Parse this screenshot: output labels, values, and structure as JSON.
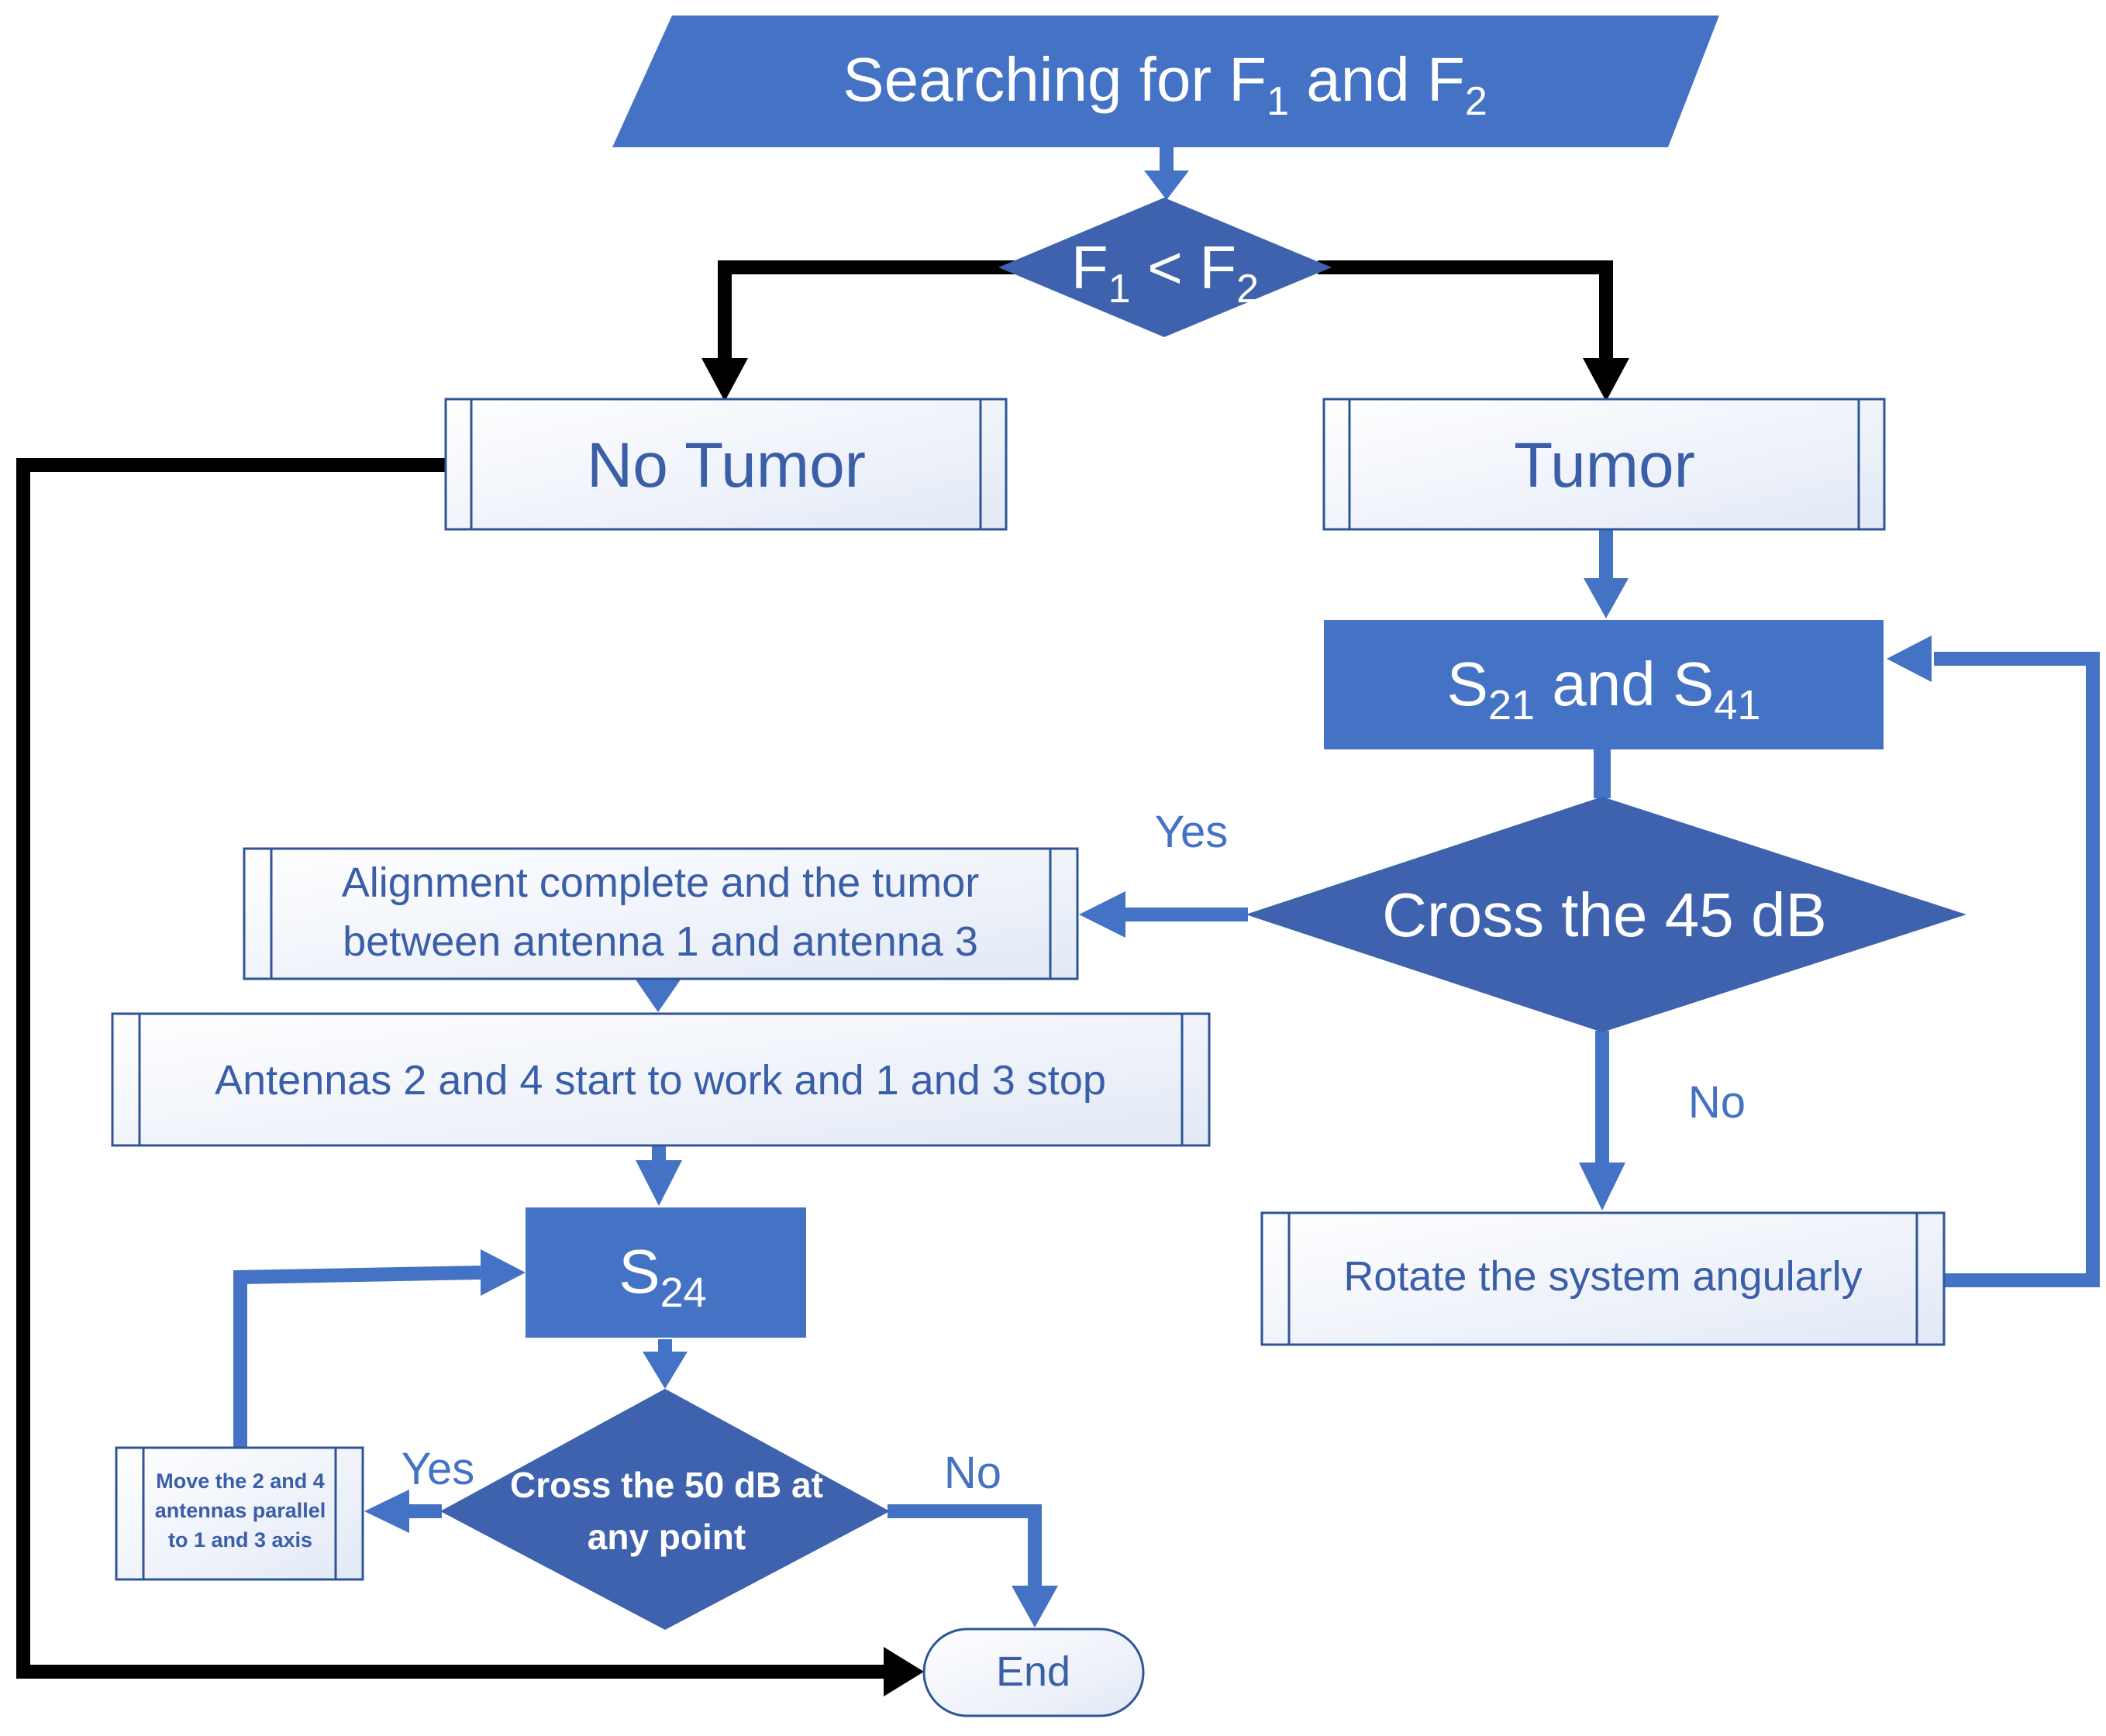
{
  "colors": {
    "fill_blue": "#4472C4",
    "fill_dark": "#3F62AE",
    "outline": "#2F5597",
    "process_text": "#3A5EA8",
    "arrow_blue": "#4472C4",
    "arrow_black": "#000000",
    "white": "#ffffff"
  },
  "nodes": {
    "start": {
      "main": "Searching for F",
      "s1": "1",
      "mid": " and F",
      "s2": "2"
    },
    "compare": {
      "a": "F",
      "a_sub": "1",
      "op": " < F",
      "b_sub": "2"
    },
    "no_tumor": {
      "label": "No Tumor"
    },
    "tumor": {
      "label": "Tumor"
    },
    "s21_s41": {
      "a": "S",
      "a_sub": "21",
      "mid": " and S",
      "b_sub": "41"
    },
    "cross45": {
      "label": "Cross the  45 dB"
    },
    "alignment": {
      "line1": "Alignment complete and the tumor",
      "line2": "between antenna 1 and antenna 3"
    },
    "antennas": {
      "label": "Antennas  2 and 4 start to work and 1 and 3 stop"
    },
    "s24": {
      "a": "S",
      "a_sub": "24"
    },
    "cross50": {
      "line1": "Cross the  50 dB at",
      "line2": "any point"
    },
    "move": {
      "line1": "Move the 2 and 4",
      "line2": "antennas parallel",
      "line3": "to 1 and 3 axis"
    },
    "rotate": {
      "label": "Rotate the system angularly"
    },
    "end": {
      "label": "End"
    }
  },
  "edge_labels": {
    "yes_45": "Yes",
    "no_45": "No",
    "yes_50": "Yes",
    "no_50": "No"
  }
}
